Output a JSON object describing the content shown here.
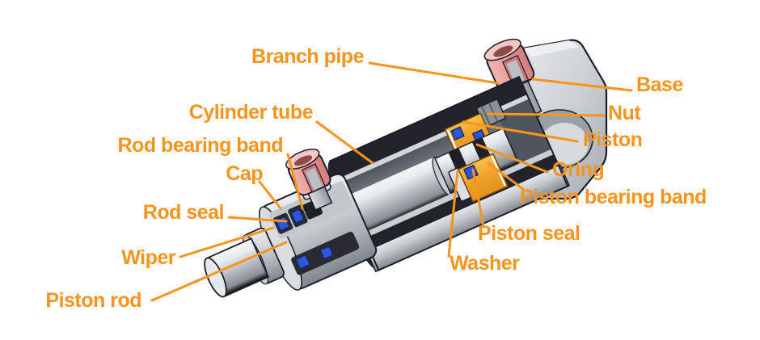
{
  "figure": {
    "type": "technical-diagram",
    "subject": "hydraulic cylinder cutaway",
    "background": "#ffffff",
    "colors": {
      "accent": "#F7941E",
      "outline": "#1D1D29",
      "metal_light": "#DCE0E3",
      "metal_dark": "#23232B",
      "seal_blue": "#2B57D8",
      "piston_yellow": "#F0A52E",
      "pipe_pink": "#E69491"
    },
    "labels": {
      "branch_pipe": "Branch pipe",
      "base": "Base",
      "nut": "Nut",
      "piston": "Piston",
      "oring": "Oring",
      "piston_bearing_band": "Piston bearing band",
      "piston_seal": "Piston seal",
      "washer": "Washer",
      "cylinder_tube": "Cylinder tube",
      "rod_bearing_band": "Rod bearing band",
      "cap": "Cap",
      "rod_seal": "Rod seal",
      "wiper": "Wiper",
      "piston_rod": "Piston rod"
    }
  }
}
